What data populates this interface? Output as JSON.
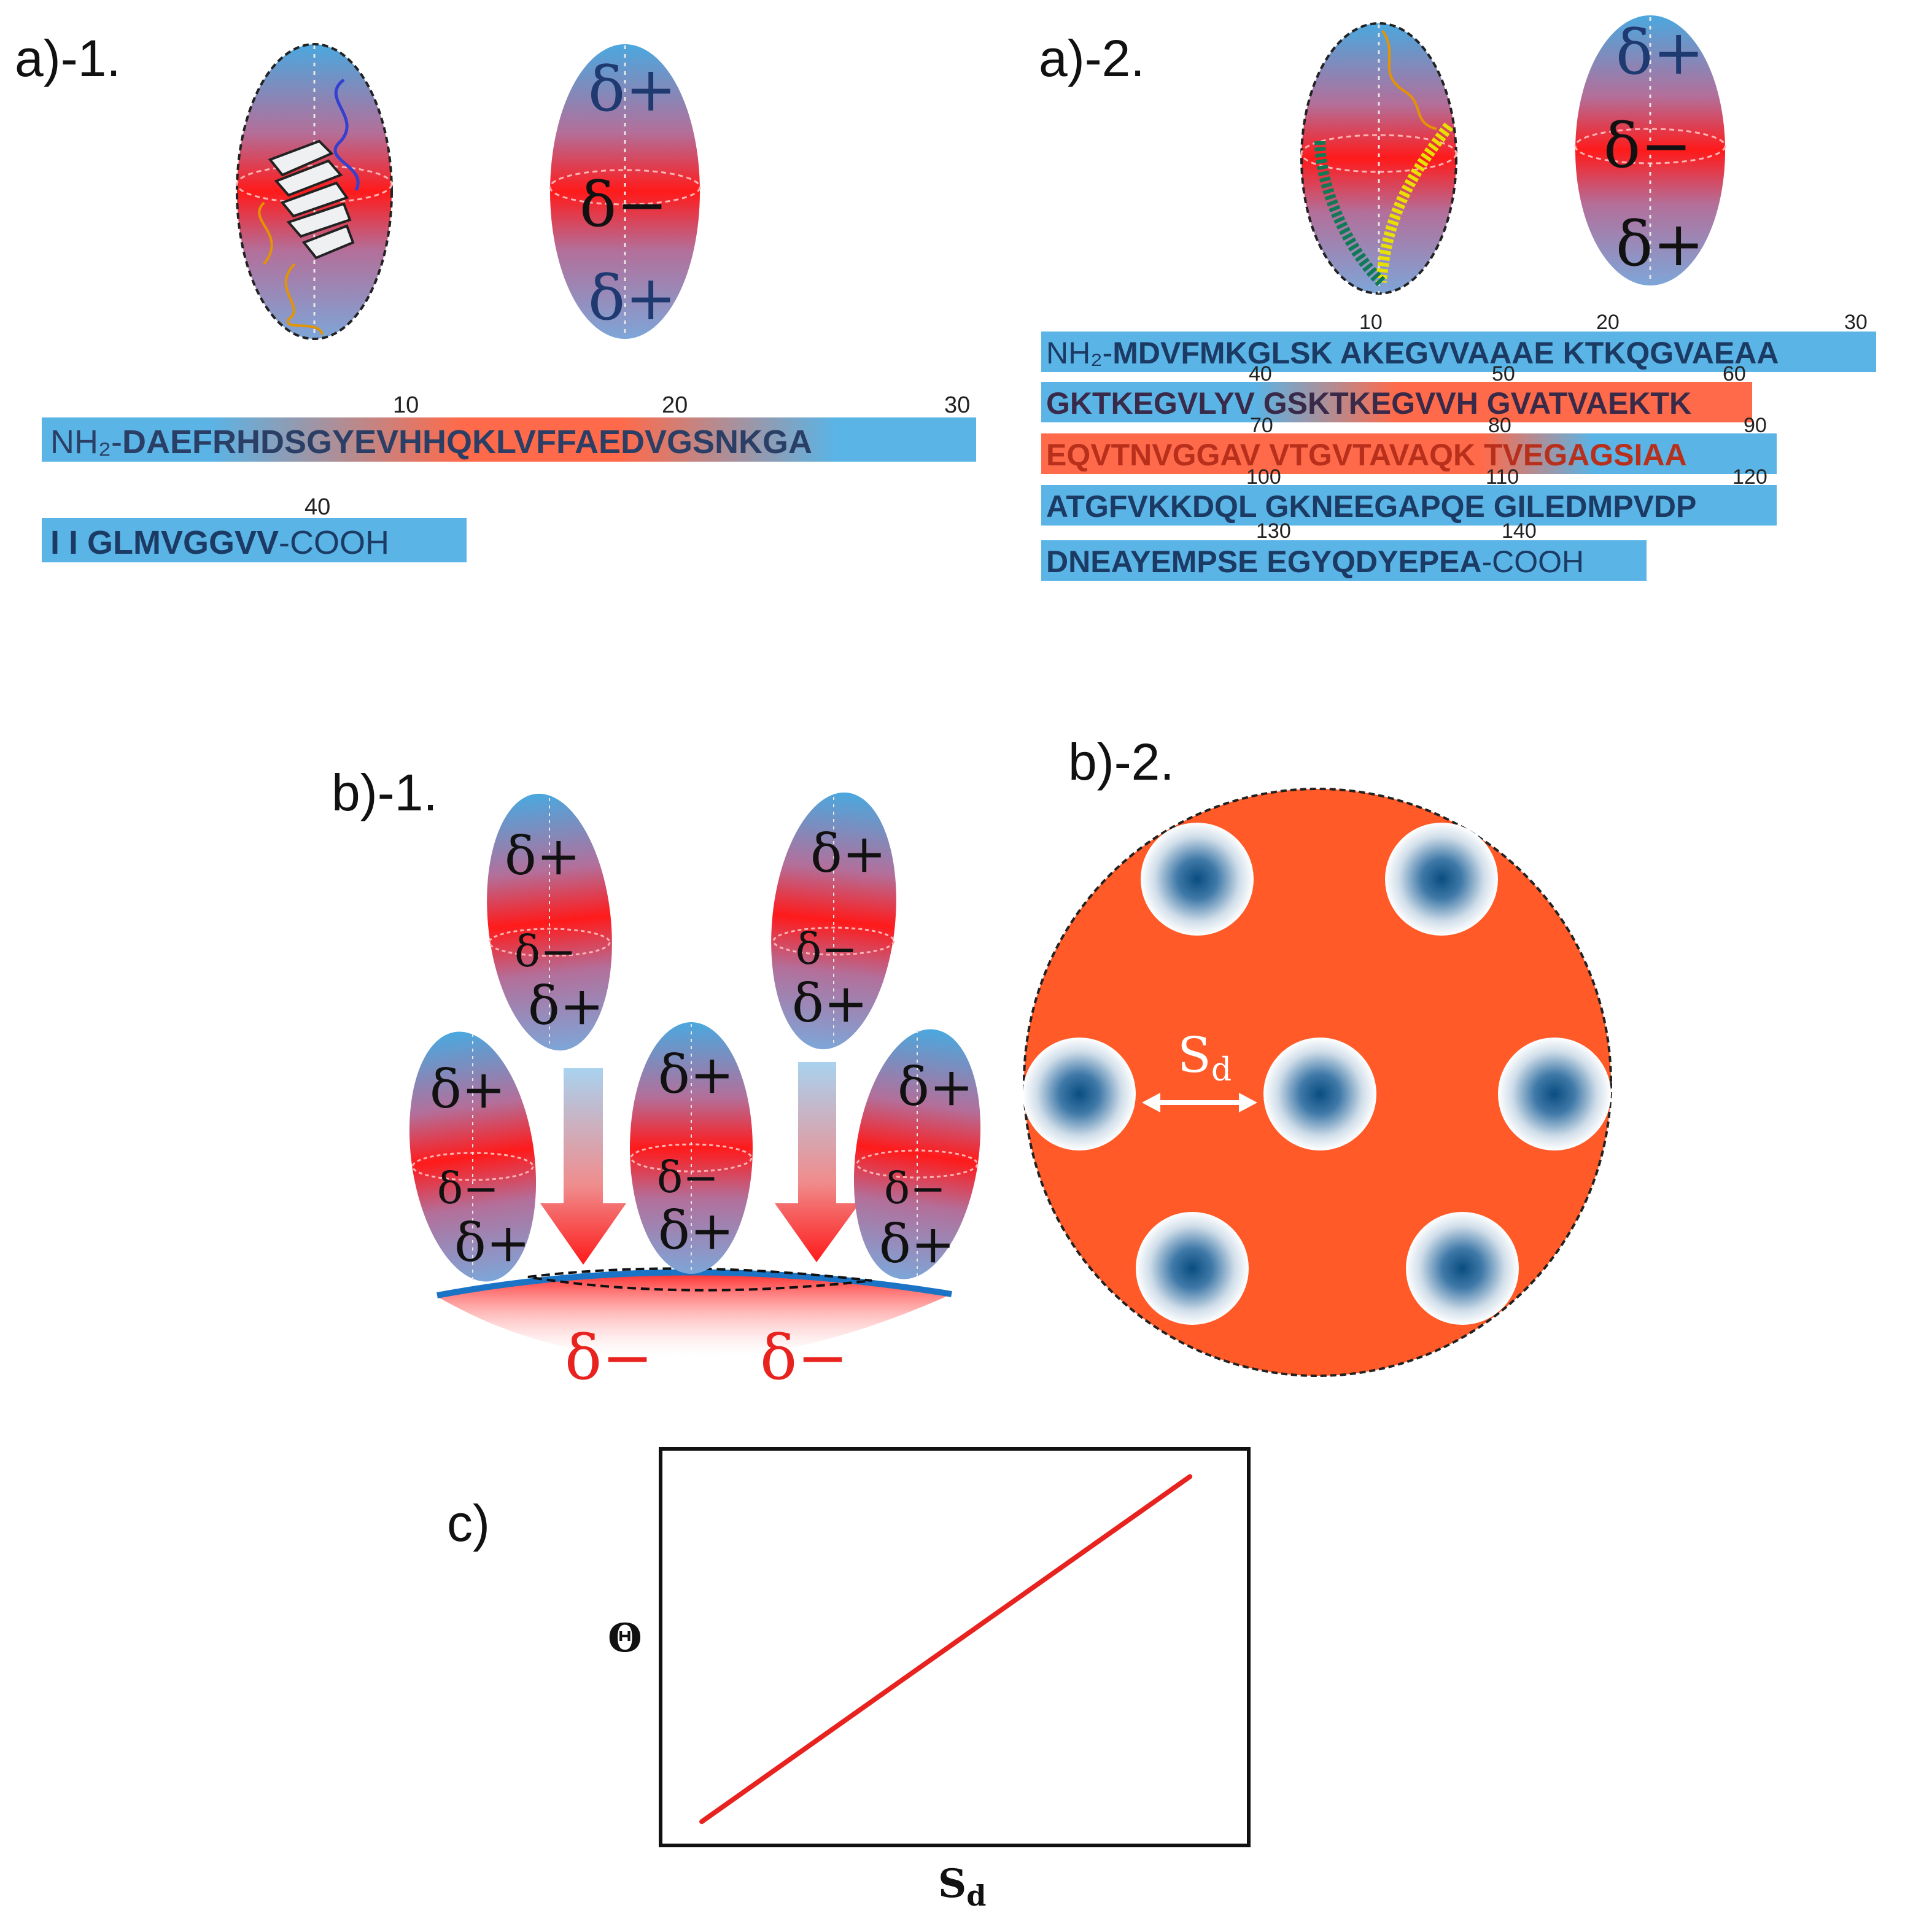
{
  "panels": {
    "a1": {
      "label": "a)-1."
    },
    "a2": {
      "label": "a)-2."
    },
    "b1": {
      "label": "b)-1."
    },
    "b2": {
      "label": "b)-2."
    },
    "c": {
      "label": "c)"
    }
  },
  "charges": {
    "pos": "δ+",
    "neg": "δ−"
  },
  "a1_sequence": {
    "rows": [
      {
        "prefix": "NH₂-",
        "text": "DAEFRHDSGYEVHHQKLVFFAEDVGSNKGA",
        "suffix": ""
      },
      {
        "prefix": "",
        "text": "I I GLMVGGVV",
        "suffix": "-COOH"
      }
    ],
    "numbers": [
      "10",
      "20",
      "30",
      "40"
    ]
  },
  "a2_sequence": {
    "rows": [
      {
        "prefix": "NH₂-",
        "text": "MDVFMKGLSK AKEGVVAAAE KTKQGVAEAA",
        "suffix": ""
      },
      {
        "prefix": "",
        "text": "GKTKEGVLYV GSKTKEGVVH GVATVAEKTK",
        "suffix": ""
      },
      {
        "prefix": "",
        "text": "EQVTNVGGAV VTGVTAVAQK TVEGAGSIAA",
        "suffix": ""
      },
      {
        "prefix": "",
        "text": "ATGFVKKDQL GKNEEGAPQE GILEDMPVDP",
        "suffix": ""
      },
      {
        "prefix": "",
        "text": "DNEAYEMPSE EGYQDYEPEA",
        "suffix": "-COOH"
      }
    ],
    "numbers": [
      "10",
      "20",
      "30",
      "40",
      "50",
      "60",
      "70",
      "80",
      "90",
      "100",
      "110",
      "120",
      "130",
      "140"
    ]
  },
  "b2_label": "S",
  "b2_label_sub": "d",
  "chart_data": {
    "type": "line",
    "title": "",
    "xlabel": "S",
    "xlabel_sub": "d",
    "ylabel": "Θ",
    "series": [
      {
        "values": [
          [
            0.07,
            0.06
          ],
          [
            0.9,
            0.93
          ]
        ]
      }
    ],
    "xlim": [
      0,
      1
    ],
    "ylim": [
      0,
      1
    ],
    "grid": false,
    "line_color": "#e8231f"
  },
  "colors": {
    "blue": "#4aa8df",
    "red": "#ff1a1a",
    "orange": "#ff5a28",
    "seq_blue_bg": "#5ab4e6",
    "seq_red_bg": "#ff6a4a"
  }
}
